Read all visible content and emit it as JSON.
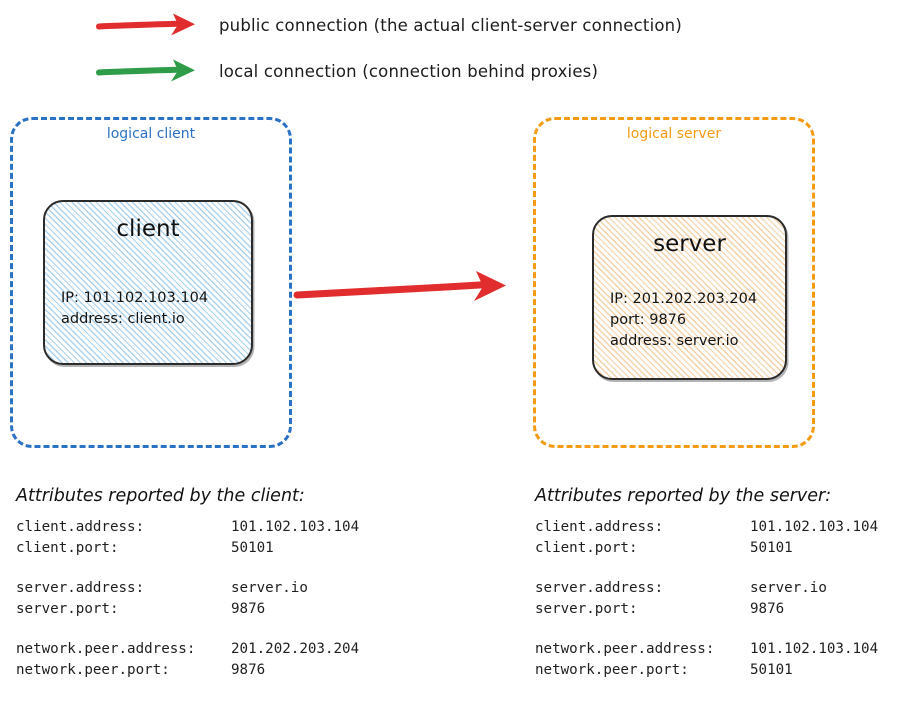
{
  "legend": {
    "items": [
      {
        "icon": "red-arrow-icon",
        "color": "#e12d2d",
        "label": "public connection (the actual client-server connection)"
      },
      {
        "icon": "green-arrow-icon",
        "color": "#2e9c48",
        "label": "local connection (connection behind proxies)"
      }
    ]
  },
  "diagram": {
    "client_group": {
      "label": "logical client",
      "border_color": "#2b72c4",
      "node": {
        "title": "client",
        "fill_color": "#e8f3fb",
        "details": "IP: 101.102.103.104\naddress: client.io"
      }
    },
    "server_group": {
      "label": "logical server",
      "border_color": "#f59b13",
      "node": {
        "title": "server",
        "fill_color": "#fbf1e2",
        "details": "IP: 201.202.203.204\nport: 9876\naddress: server.io"
      }
    },
    "connection": {
      "name": "public-connection-arrow",
      "color": "#e12d2d"
    }
  },
  "attributes_client": {
    "heading": "Attributes reported by the client:",
    "rows": [
      {
        "key": "client.address:",
        "value": "101.102.103.104"
      },
      {
        "key": "client.port:",
        "value": "50101"
      },
      {
        "key": "",
        "value": ""
      },
      {
        "key": "server.address:",
        "value": "server.io"
      },
      {
        "key": "server.port:",
        "value": "9876"
      },
      {
        "key": "",
        "value": ""
      },
      {
        "key": "network.peer.address:",
        "value": "201.202.203.204"
      },
      {
        "key": "network.peer.port:",
        "value": "9876"
      }
    ]
  },
  "attributes_server": {
    "heading": "Attributes reported by the server:",
    "rows": [
      {
        "key": "client.address:",
        "value": "101.102.103.104"
      },
      {
        "key": "client.port:",
        "value": "50101"
      },
      {
        "key": "",
        "value": ""
      },
      {
        "key": "server.address:",
        "value": "server.io"
      },
      {
        "key": "server.port:",
        "value": "9876"
      },
      {
        "key": "",
        "value": ""
      },
      {
        "key": "network.peer.address:",
        "value": "101.102.103.104"
      },
      {
        "key": "network.peer.port:",
        "value": "50101"
      }
    ]
  }
}
